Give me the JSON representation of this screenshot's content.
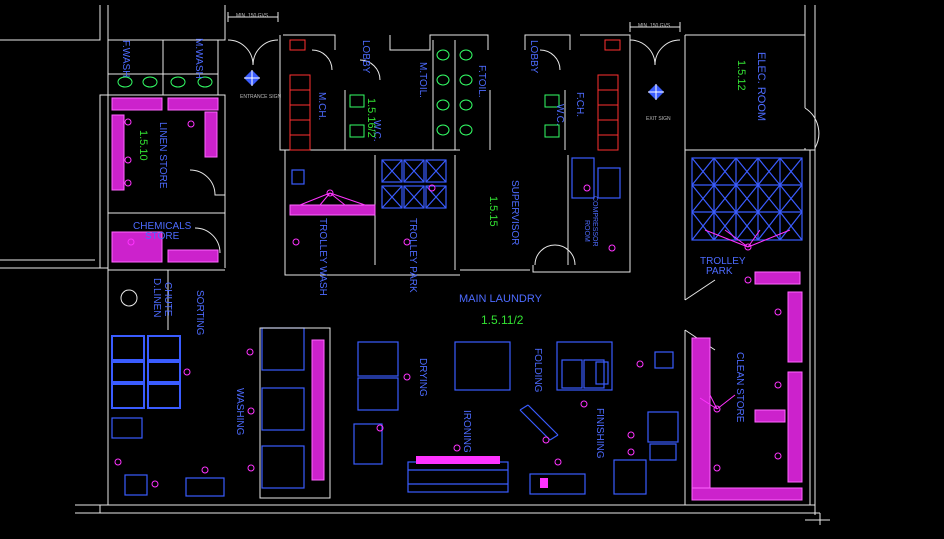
{
  "rooms": {
    "fwash": "F.WASH",
    "mwash": "M.WASH",
    "linen_store": "LINEN STORE",
    "linen_store_no": "1.5.10",
    "chemicals_store_1": "CHEMICALS",
    "chemicals_store_2": "STORE",
    "dlinen_chute_1": "D.LINEN",
    "dlinen_chute_2": "CHUTE",
    "sorting": "SORTING",
    "washing": "WASHING",
    "mch": "M.CH.",
    "lobby_left": "LOBBY",
    "wc_left": "W.C.",
    "mtoil": "M.TOIL.",
    "ftoil": "F.TOIL.",
    "lobby_right": "LOBBY",
    "wc_right": "W.C.",
    "fch": "F.CH.",
    "toilets_no": "1.5.16/2",
    "trolley_wash": "TROLLEY WASH",
    "trolley_park_mid": "TROLLEY PARK",
    "supervisor": "SUPERVISOR",
    "supervisor_no": "1.5.15",
    "compressor_1": "COMPRESSOR",
    "compressor_2": "ROOM",
    "elec_room": "ELEC. ROOM",
    "elec_room_no": "1.5.12",
    "trolley_park_right_1": "TROLLEY",
    "trolley_park_right_2": "PARK",
    "main_laundry": "MAIN LAUNDRY",
    "main_laundry_no": "1.5.11/2",
    "drying": "DRYING",
    "folding": "FOLDING",
    "ironing": "IRONING",
    "finishing": "FINISHING",
    "clean_store": "CLEAN STORE"
  },
  "annotations": {
    "dim_left": "MIN. 150 GVS",
    "dim_right": "MIN. 150 GVS",
    "entrance_left": "ENTRANCE SIGN",
    "entrance_right": "EXIT SIGN"
  },
  "colors": {
    "walls": "#e8e8e8",
    "equipment": "#3a5cff",
    "labels": "#4d6bff",
    "room_numbers": "#33e233",
    "storage": "#ff33ff",
    "changing": "#ff3030"
  }
}
